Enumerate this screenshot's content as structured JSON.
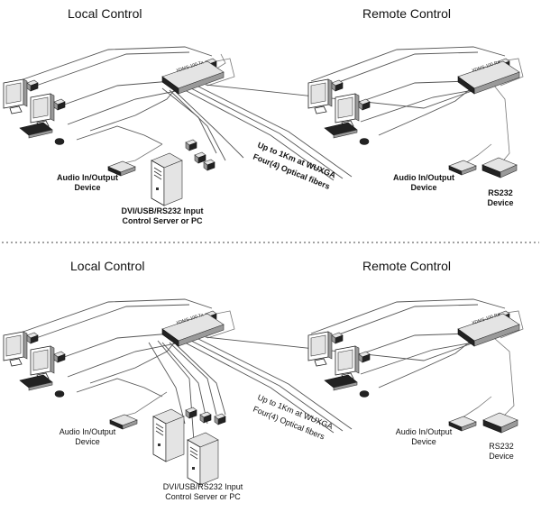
{
  "panels": [
    {
      "local_title": "Local Control",
      "remote_title": "Remote Control",
      "audio_label_line1": "Audio In/Output",
      "audio_label_line2": "Device",
      "server_label_line1": "DVI/USB/RS232 Input",
      "server_label_line2": "Control Server or PC",
      "remote_audio_line1": "Audio In/Output",
      "remote_audio_line2": "Device",
      "rs232_line1": "RS232",
      "rs232_line2": "Device",
      "fiber_line1": "Up to 1Km at WUXGA",
      "fiber_line2": "Four(4) Optical fibers",
      "tx_unit_label": "XDMS-100 Tx",
      "rx_unit_label": "XDMS-100 Rx"
    },
    {
      "local_title": "Local Control",
      "remote_title": "Remote Control",
      "audio_label_line1": "Audio In/Output",
      "audio_label_line2": "Device",
      "server_label_line1": "DVI/USB/RS232 Input",
      "server_label_line2": "Control Server or PC",
      "remote_audio_line1": "Audio In/Output",
      "remote_audio_line2": "Device",
      "rs232_line1": "RS232",
      "rs232_line2": "Device",
      "fiber_line1": "Up to 1Km at WUXGA",
      "fiber_line2": "Four(4) Optical fibers",
      "tx_unit_label": "XDMS-100 Tx",
      "rx_unit_label": "XDMS-100 Rx"
    }
  ]
}
